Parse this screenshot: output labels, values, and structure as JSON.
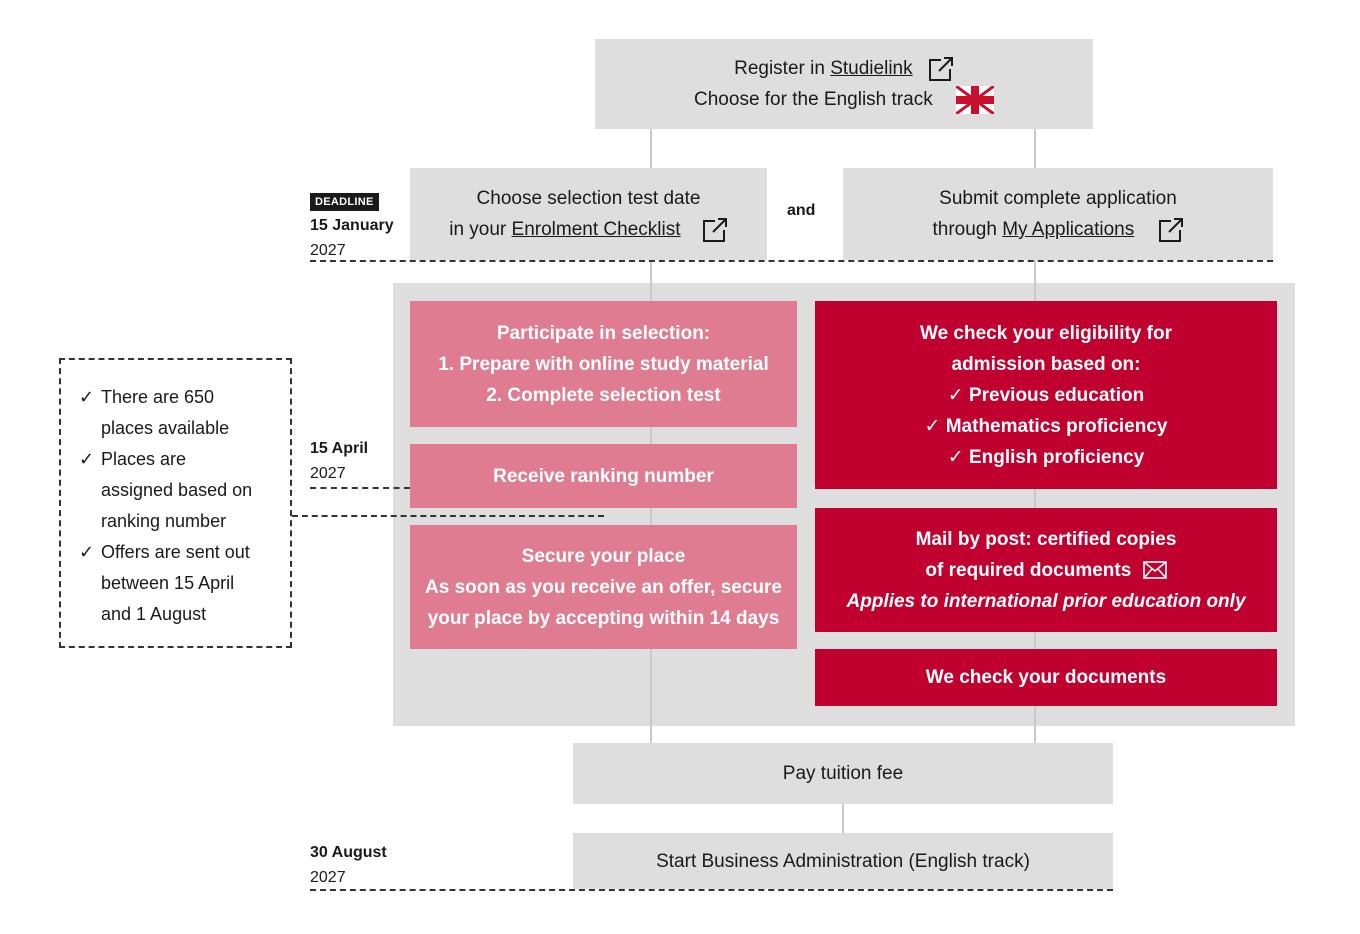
{
  "register": {
    "line1_prefix": "Register in ",
    "link": "Studielink",
    "line2": "Choose for the English track",
    "flag_icon": "uk-flag-icon"
  },
  "deadline1": {
    "badge": "DEADLINE",
    "day": "15 January",
    "year": "2027"
  },
  "selection_date": {
    "line1": "Choose selection test date",
    "line2_prefix": "in your ",
    "link": "Enrolment Checklist"
  },
  "and_label": "and",
  "application": {
    "line1": "Submit complete application",
    "line2_prefix": "through ",
    "link": "My Applications"
  },
  "participate": {
    "title": "Participate in selection:",
    "step1": "1. Prepare with online study material",
    "step2": "2. Complete selection test"
  },
  "eligibility": {
    "line1": "We check your eligibility for",
    "line2": "admission based on:",
    "items": [
      "✓ Previous education",
      "✓ Mathematics proficiency",
      "✓ English proficiency"
    ]
  },
  "ranking": {
    "label": "Receive ranking number"
  },
  "deadline2": {
    "day": "15 April",
    "year": "2027"
  },
  "secure": {
    "title": "Secure your place",
    "line1": "As soon as you receive an offer, secure",
    "line2": "your place by accepting within 14 days"
  },
  "mail": {
    "line1": "Mail by post: certified copies",
    "line2": "of required documents",
    "line3": "Applies to international prior education only",
    "mail_icon": "envelope-icon"
  },
  "check_docs": {
    "label": "We check your documents"
  },
  "note": {
    "items": [
      [
        "There are 650",
        "places available"
      ],
      [
        "Places are",
        "assigned based on",
        "ranking number"
      ],
      [
        "Offers are sent out",
        "between 15 April",
        "and 1 August"
      ]
    ]
  },
  "pay": {
    "label": "Pay tuition fee"
  },
  "deadline3": {
    "day": "30 August",
    "year": "2027"
  },
  "start": {
    "label": "Start Business Administration (English track)"
  },
  "colors": {
    "grey": "#dedede",
    "pink": "#df7c92",
    "red": "#c0002f"
  }
}
